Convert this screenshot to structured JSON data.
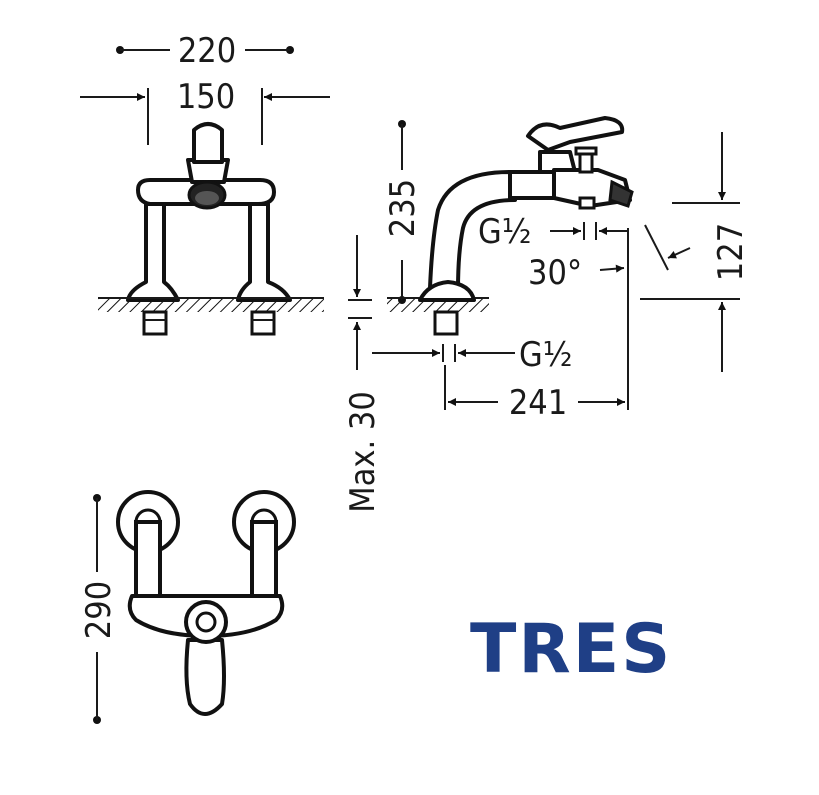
{
  "colors": {
    "brand": "#1f3f86",
    "line": "#111111"
  },
  "dimensions": {
    "width_total": "220",
    "width_centers": "150",
    "height_spout": "235",
    "height_outlet": "127",
    "angle": "30°",
    "thread_outlet": "G½",
    "thread_inlet": "G½",
    "spout_reach": "241",
    "max_thickness": "Max. 30",
    "depth": "290"
  },
  "logo": {
    "text": "TRES"
  }
}
